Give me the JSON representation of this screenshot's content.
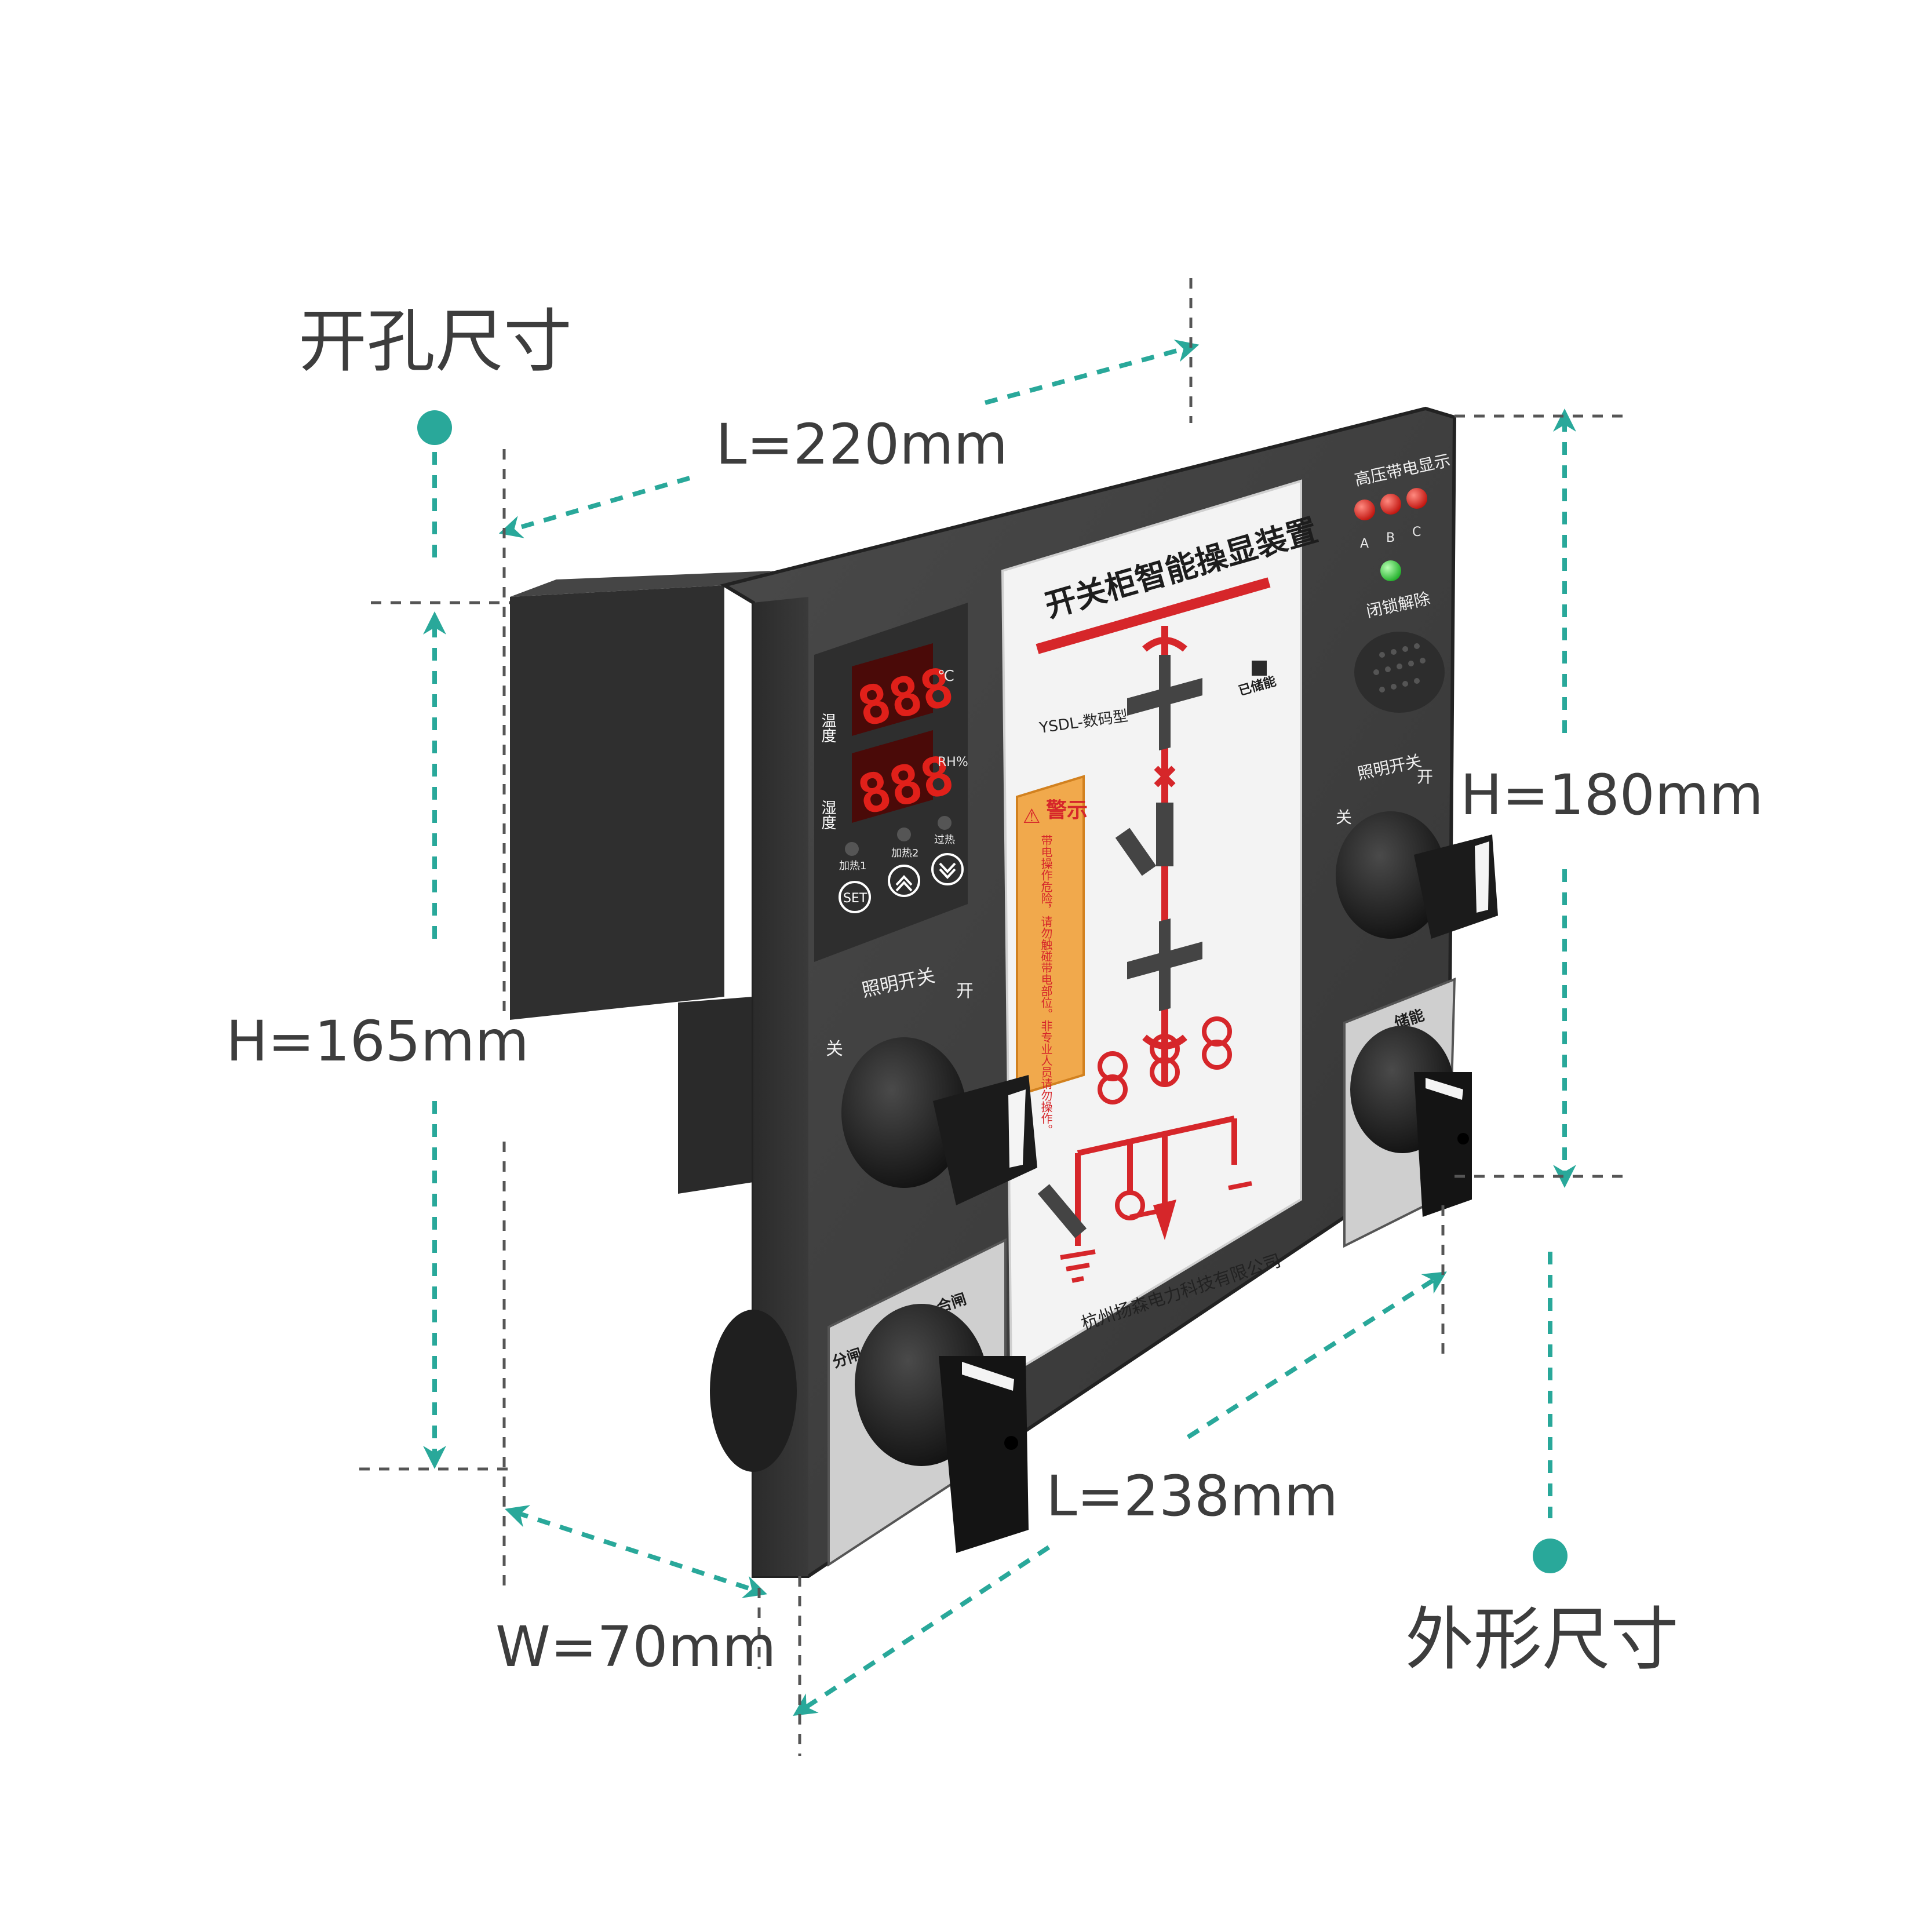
{
  "annotations": {
    "cutout_title": "开孔尺寸",
    "outline_title": "外形尺寸",
    "cutout_length": "L=220mm",
    "cutout_height": "H=165mm",
    "outline_height": "H=180mm",
    "outline_length": "L=238mm",
    "outline_width": "W=70mm"
  },
  "device": {
    "title": "开关柜智能操显装置",
    "model": "YSDL-数码型",
    "company": "杭州扬森电力科技有限公司",
    "hv_indicator_label": "高压带电显示",
    "phases": [
      "A",
      "B",
      "C"
    ],
    "lock_release_label": "闭锁解除",
    "stored_energy_label": "已储能",
    "temperature_label": "温度",
    "humidity_label": "湿度",
    "temperature_unit": "℃",
    "humidity_unit": "RH%",
    "display_value": "888",
    "status_lights": [
      "加热1",
      "加热2",
      "过热"
    ],
    "buttons": {
      "set": "SET"
    },
    "warning_title": "警示",
    "warning_text": "带电操作危险，请勿触碰带电部位。非专业人员请勿操作。",
    "left_switch": {
      "title": "照明开关",
      "off": "关",
      "on": "开"
    },
    "right_switch": {
      "title": "照明开关",
      "off": "关",
      "on": "开"
    },
    "left_rotary": {
      "left_label": "分闸",
      "right_label": "合闸"
    },
    "right_rotary": {
      "left_label": "",
      "right_label": "储能"
    }
  },
  "colors": {
    "accent_teal": "#29a89a",
    "device_body": "#3c3c3c",
    "device_edge": "#2a2a2a",
    "mimic_red": "#d6262a",
    "led_red": "#e0201a",
    "led_green": "#2fd33a",
    "warning_orange": "#f1a94c",
    "text_gray": "#3d3d3d"
  }
}
